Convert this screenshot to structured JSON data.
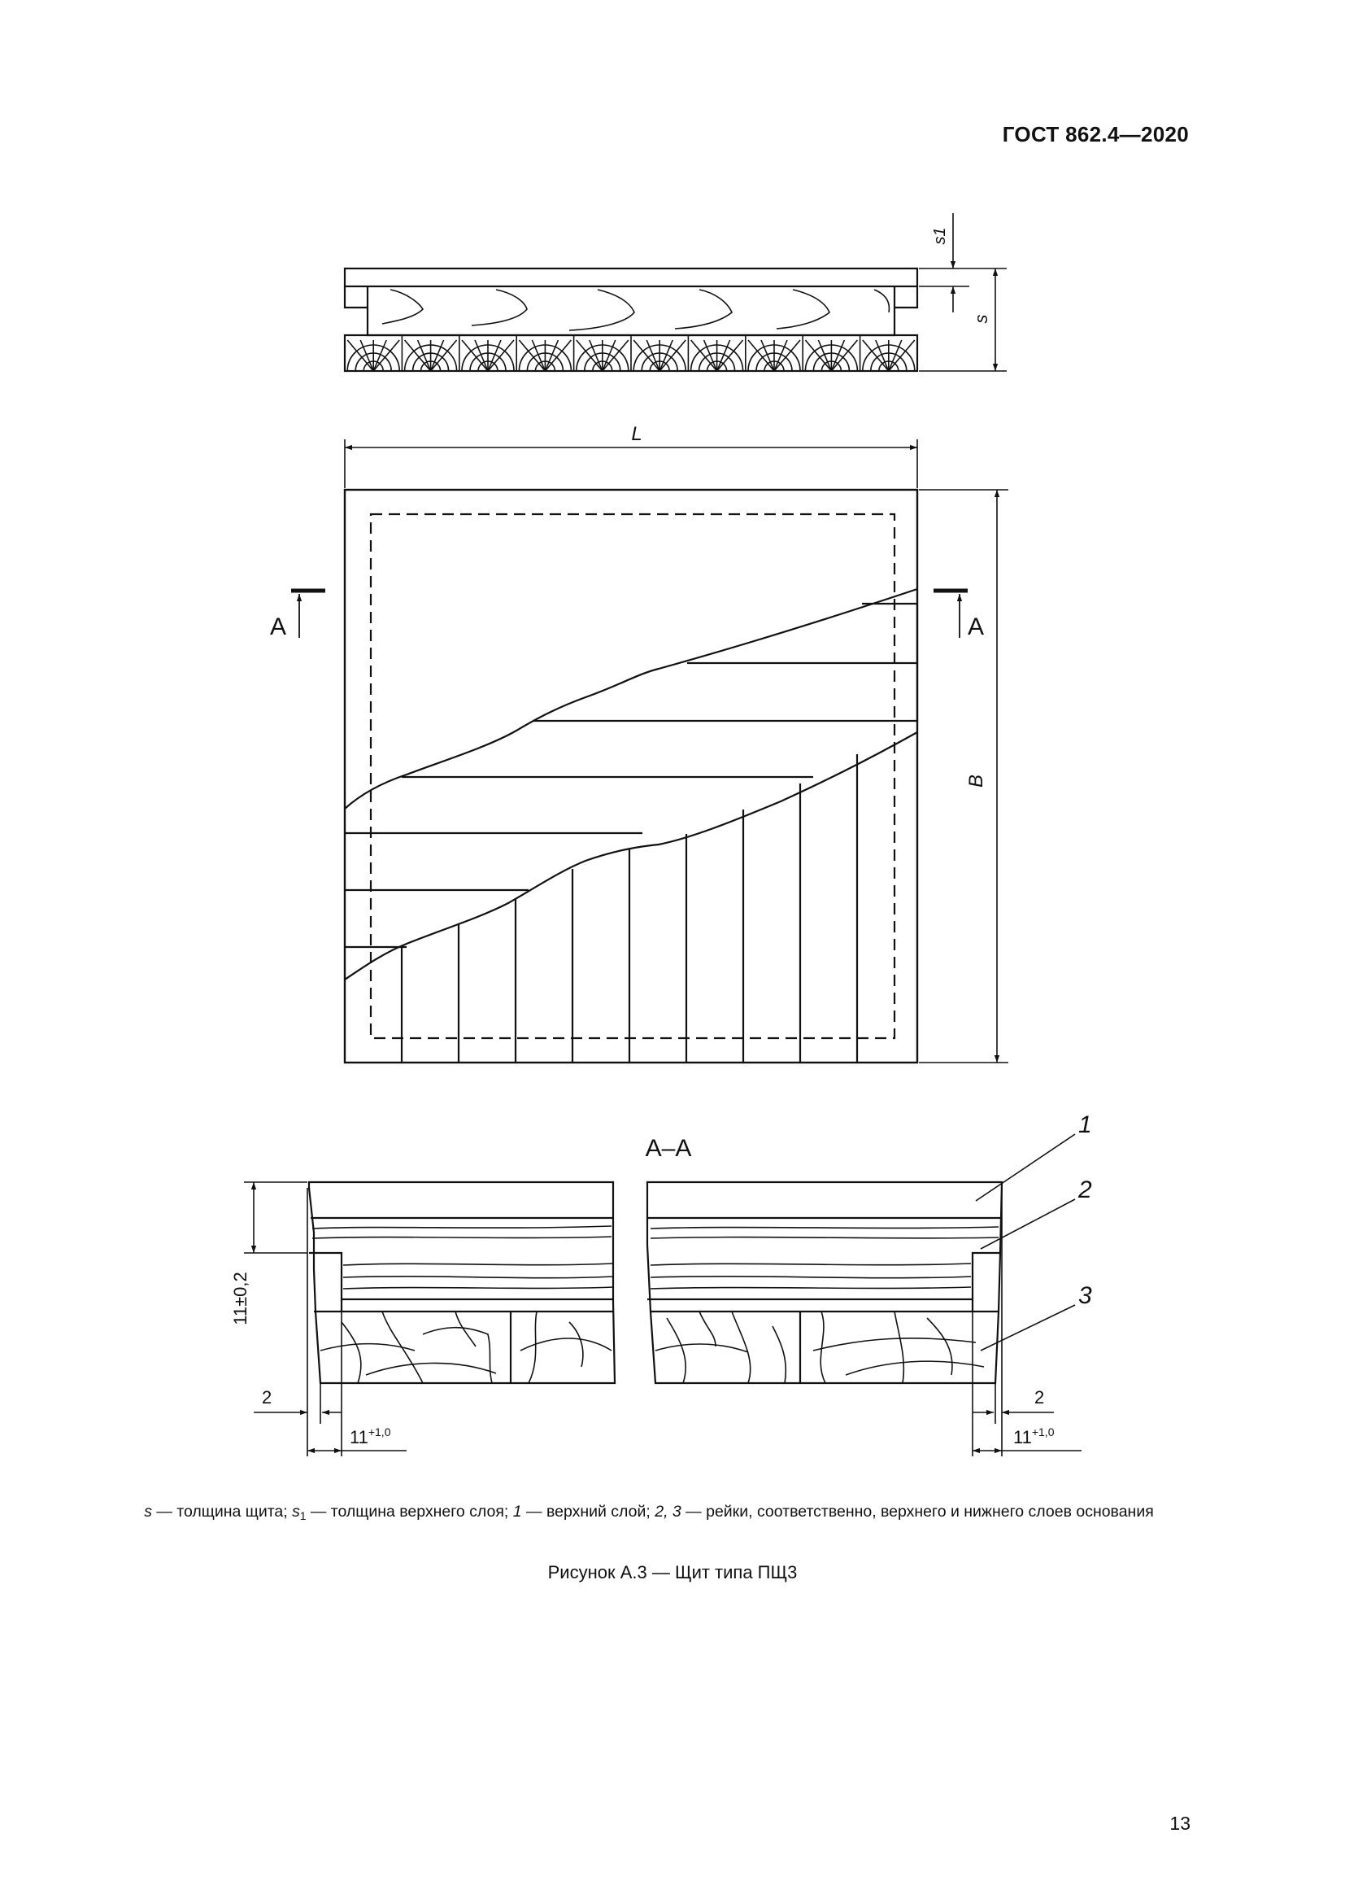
{
  "header": {
    "standard": "ГОСТ 862.4—2020"
  },
  "drawing": {
    "dimensions": {
      "s1": "s1",
      "s": "s",
      "length": "L",
      "width": "B",
      "height": "11±0,2",
      "edge_gap": "2",
      "edge_width_base": "11",
      "edge_width_tol": "+1,0"
    },
    "section_mark": "A",
    "section_title": "А–А",
    "callouts": [
      "1",
      "2",
      "3"
    ]
  },
  "legend": {
    "s_sym": "s",
    "s_desc": " — толщина щита; ",
    "s1_sym": "s",
    "s1_sub": "1",
    "s1_desc": " — толщина верхнего слоя; ",
    "n1": "1",
    "n1_desc": " — верхний слой; ",
    "n23": "2, 3",
    "n23_desc": " — рейки, соответственно, верхнего и нижнего слоев основания"
  },
  "figure": {
    "title": "Рисунок А.3 — Щит типа ПЩ3"
  },
  "page": {
    "number": "13"
  }
}
